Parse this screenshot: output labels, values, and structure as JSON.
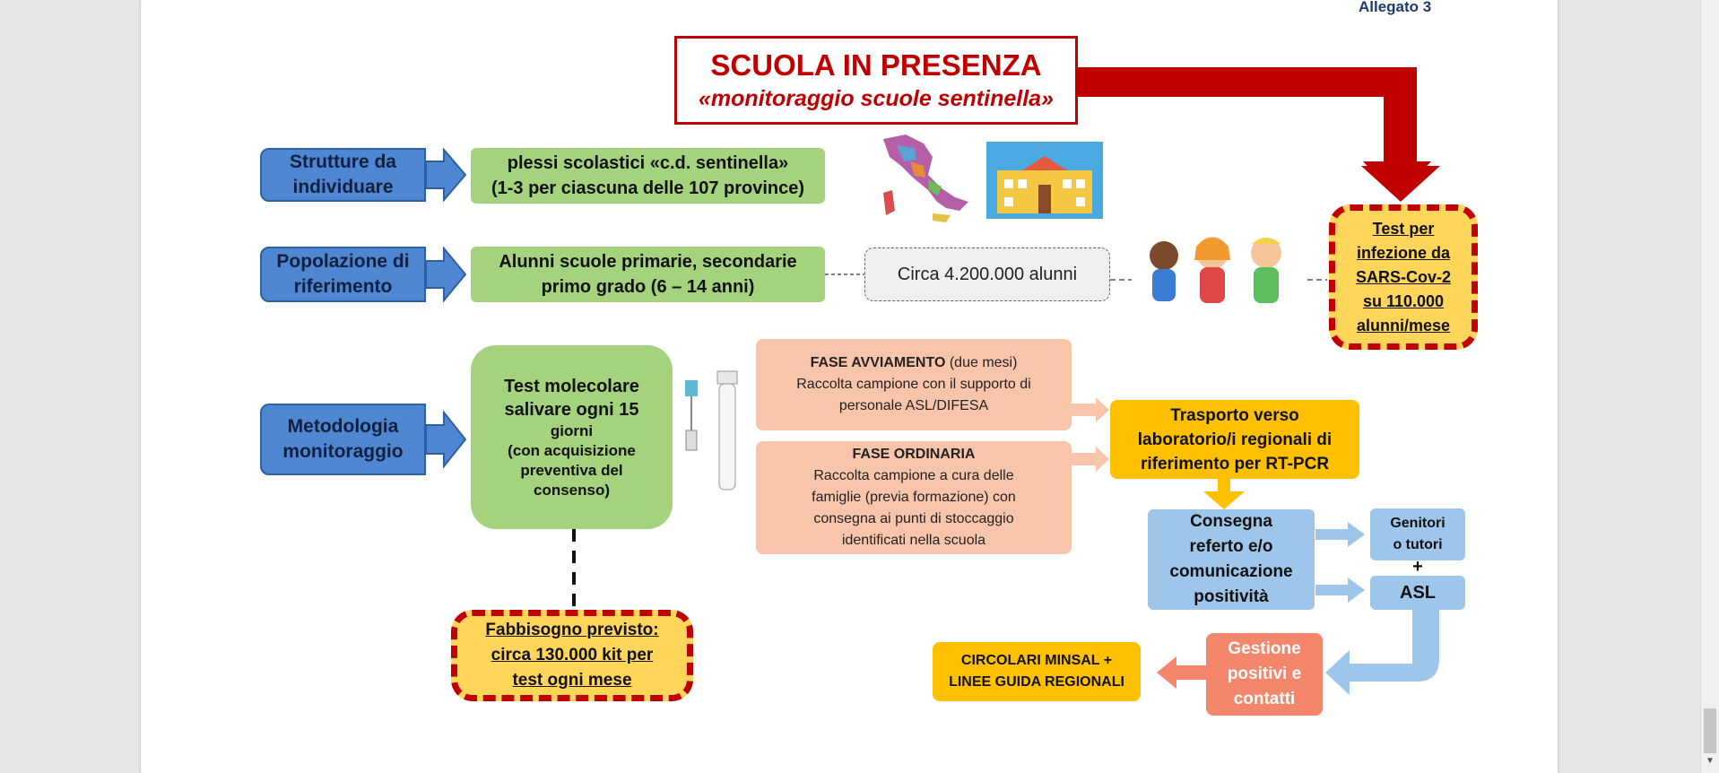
{
  "header": {
    "allegato": "Allegato 3"
  },
  "title": {
    "main": "SCUOLA IN PRESENZA",
    "subtitle": "«monitoraggio scuole sentinella»"
  },
  "rows": [
    {
      "label": [
        "Strutture da",
        "individuare"
      ],
      "content": [
        "plessi scolastici «c.d. sentinella»",
        "(1-3 per ciascuna delle 107 province)"
      ]
    },
    {
      "label": [
        "Popolazione di",
        "riferimento"
      ],
      "content": [
        "Alunni scuole primarie, secondarie",
        "primo grado (6 – 14 anni)"
      ],
      "extra": "Circa 4.200.000 alunni"
    },
    {
      "label": [
        "Metodologia",
        "monitoraggio"
      ],
      "content": [
        "Test molecolare",
        "salivare ogni 15",
        "giorni",
        "(con acquisizione",
        "preventiva del",
        "consenso)"
      ]
    }
  ],
  "test_box": [
    "Test per",
    "infezione da",
    "SARS-Cov-2",
    "su 110.000",
    "alunni/mese"
  ],
  "fabbisogno": [
    "Fabbisogno previsto:",
    "circa 130.000 kit per",
    "test ogni mese"
  ],
  "fase_avviamento": {
    "title": "FASE AVVIAMENTO",
    "suffix": " (due mesi)",
    "lines": [
      "Raccolta campione  con il supporto di",
      "personale ASL/DIFESA"
    ]
  },
  "fase_ordinaria": {
    "title": "FASE ORDINARIA",
    "lines": [
      "Raccolta campione a cura delle",
      "famiglie (previa formazione) con",
      "consegna ai punti di stoccaggio",
      "identificati nella scuola"
    ]
  },
  "trasporto": [
    "Trasporto verso",
    "laboratorio/i regionali di",
    "riferimento per RT-PCR"
  ],
  "consegna": [
    "Consegna",
    "referto e/o",
    "comunicazione",
    "positività"
  ],
  "genitori": [
    "Genitori",
    "o tutori"
  ],
  "plus": "+",
  "asl": "ASL",
  "gestione": [
    "Gestione",
    "positivi e",
    "contatti"
  ],
  "circolari": [
    "CIRCOLARI MINSAL +",
    "LINEE GUIDA REGIONALI"
  ],
  "colors": {
    "red": "#c00000",
    "blue": "#4f86d2",
    "green": "#a4d27d",
    "orange": "#ffc000",
    "salmon": "#f8c5ab",
    "lightblue": "#9ec5ea",
    "coral": "#f4876b",
    "yellow": "#ffd55a"
  }
}
